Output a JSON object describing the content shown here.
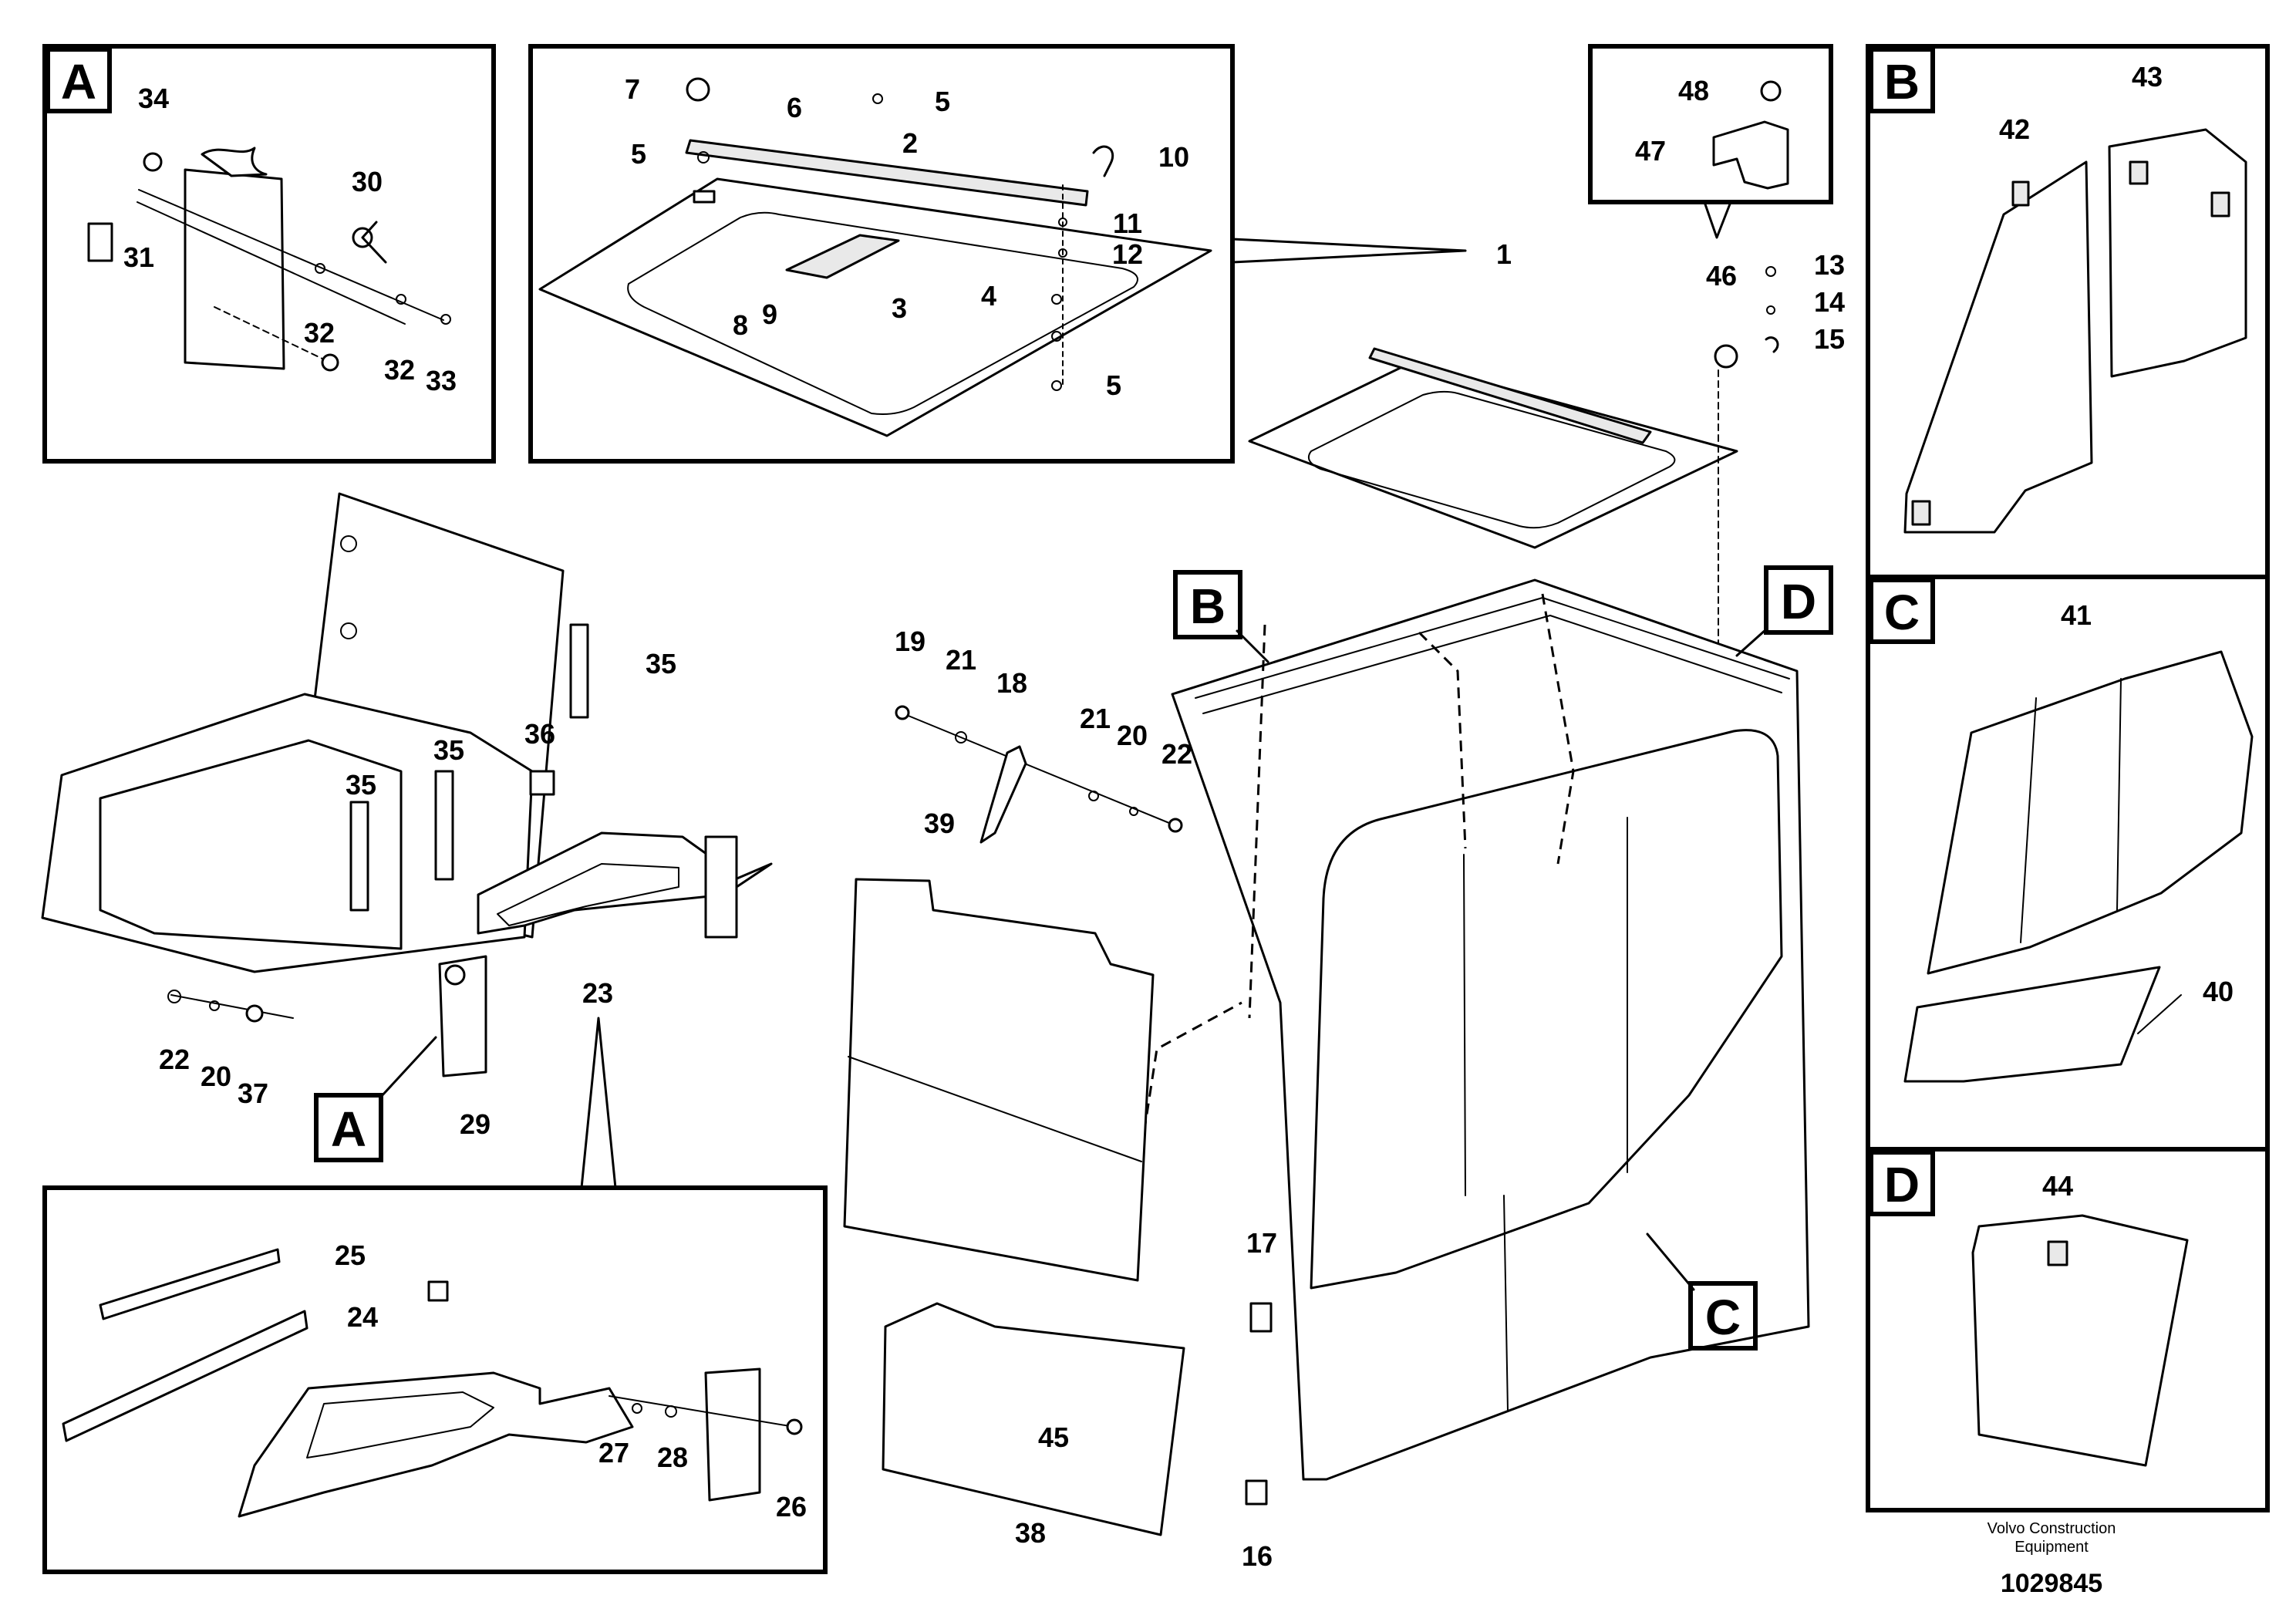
{
  "panels": {
    "a": "A",
    "b": "B",
    "c": "C",
    "d": "D"
  },
  "callout_letters": {
    "a": "A",
    "b": "B",
    "c": "C",
    "d": "D"
  },
  "part_numbers": {
    "p1": "1",
    "p2": "2",
    "p3": "3",
    "p4": "4",
    "p5": "5",
    "p6": "6",
    "p7": "7",
    "p8": "8",
    "p9": "9",
    "p10": "10",
    "p11": "11",
    "p12": "12",
    "p13": "13",
    "p14": "14",
    "p15": "15",
    "p16": "16",
    "p17": "17",
    "p18": "18",
    "p19": "19",
    "p20": "20",
    "p21": "21",
    "p22": "22",
    "p23": "23",
    "p24": "24",
    "p25": "25",
    "p26": "26",
    "p27": "27",
    "p28": "28",
    "p29": "29",
    "p30": "30",
    "p31": "31",
    "p32": "32",
    "p33": "33",
    "p34": "34",
    "p35": "35",
    "p36": "36",
    "p37": "37",
    "p38": "38",
    "p39": "39",
    "p40": "40",
    "p41": "41",
    "p42": "42",
    "p43": "43",
    "p44": "44",
    "p45": "45",
    "p46": "46",
    "p47": "47",
    "p48": "48"
  },
  "footer": {
    "company_line1": "Volvo Construction",
    "company_line2": "Equipment",
    "document_number": "1029845"
  }
}
